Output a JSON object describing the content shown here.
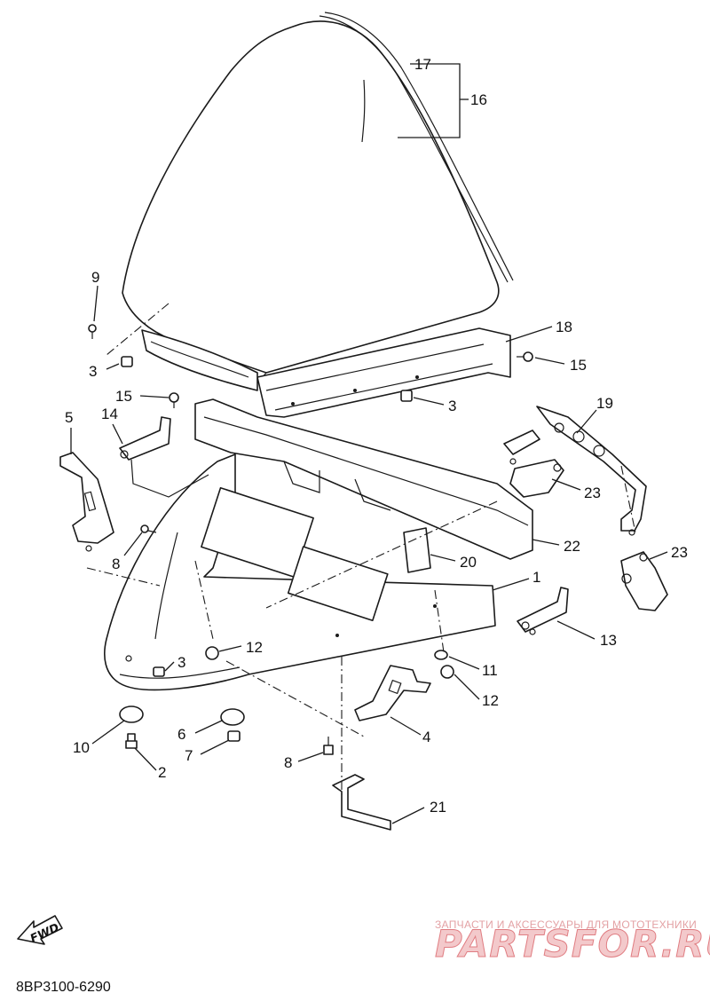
{
  "callouts": [
    {
      "id": "c17",
      "label": "17"
    },
    {
      "id": "c16",
      "label": "16"
    },
    {
      "id": "c9",
      "label": "9"
    },
    {
      "id": "c3a",
      "label": "3"
    },
    {
      "id": "c18",
      "label": "18"
    },
    {
      "id": "c15a",
      "label": "15"
    },
    {
      "id": "c15b",
      "label": "15"
    },
    {
      "id": "c3b",
      "label": "3"
    },
    {
      "id": "c5",
      "label": "5"
    },
    {
      "id": "c14",
      "label": "14"
    },
    {
      "id": "c19",
      "label": "19"
    },
    {
      "id": "c23a",
      "label": "23"
    },
    {
      "id": "c8a",
      "label": "8"
    },
    {
      "id": "c22",
      "label": "22"
    },
    {
      "id": "c20",
      "label": "20"
    },
    {
      "id": "c23b",
      "label": "23"
    },
    {
      "id": "c1",
      "label": "1"
    },
    {
      "id": "c12a",
      "label": "12"
    },
    {
      "id": "c13",
      "label": "13"
    },
    {
      "id": "c3c",
      "label": "3"
    },
    {
      "id": "c11",
      "label": "11"
    },
    {
      "id": "c12b",
      "label": "12"
    },
    {
      "id": "c4",
      "label": "4"
    },
    {
      "id": "c10",
      "label": "10"
    },
    {
      "id": "c6",
      "label": "6"
    },
    {
      "id": "c7",
      "label": "7"
    },
    {
      "id": "c8b",
      "label": "8"
    },
    {
      "id": "c2",
      "label": "2"
    },
    {
      "id": "c21",
      "label": "21"
    }
  ],
  "fwd_label": "FWD",
  "diagram_code": "8BP3100-6290",
  "watermark": {
    "tagline": "ЗАПЧАСТИ И АКСЕССУАРЫ ДЛЯ МОТОТЕХНИКИ",
    "brand": "PARTSFOR.RU"
  },
  "colors": {
    "line": "#1a1a1a",
    "background": "#ffffff",
    "watermark": "#e07d82"
  }
}
